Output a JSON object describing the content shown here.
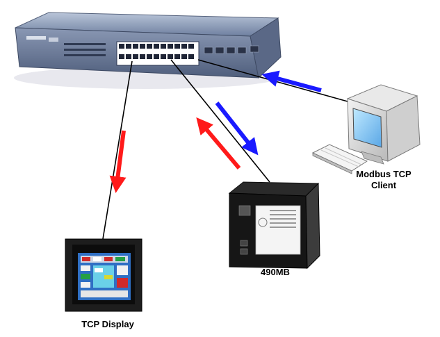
{
  "labels": {
    "client_line1": "Modbus TCP",
    "client_line2": "Client",
    "device": "490MB",
    "display": "TCP Display"
  },
  "arrows": {
    "request_color": "#1a1aff",
    "response_color": "#ff1a1a"
  },
  "icons": {
    "switch": "network-switch-icon",
    "computer": "desktop-computer-icon",
    "keyboard": "keyboard-icon",
    "gateway": "gateway-box-icon",
    "display": "touch-display-icon"
  }
}
